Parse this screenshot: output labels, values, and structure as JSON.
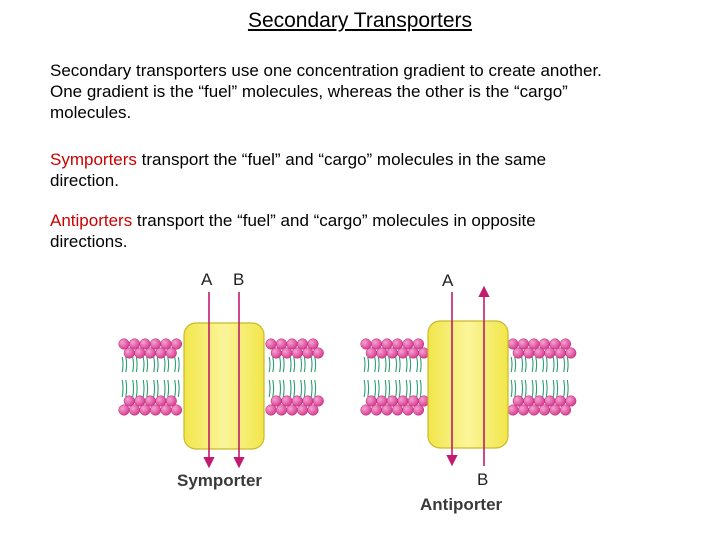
{
  "title": "Secondary Transporters",
  "paragraphs": {
    "intro": {
      "line1": "Secondary transporters use one concentration gradient to create another.",
      "line2": "One gradient is the “fuel” molecules, whereas the other is the “cargo”",
      "line3": "molecules."
    },
    "symporters": {
      "term": "Symporters",
      "rest_line1": " transport the “fuel” and “cargo” molecules in the same",
      "line2": "direction."
    },
    "antiporters": {
      "term": "Antiporters",
      "rest_line1": " transport the “fuel” and “cargo” molecules in opposite",
      "line2": "directions."
    }
  },
  "diagram": {
    "symporter": {
      "label_a": "A",
      "label_b": "B",
      "caption": "Symporter"
    },
    "antiporter": {
      "label_a": "A",
      "label_b": "B",
      "caption": "Antiporter"
    }
  },
  "colors": {
    "term_red": "#cc0000",
    "lipid_head": "#e0479e",
    "lipid_tail": "#2e9e72",
    "transporter_fill": "#f6ee5e",
    "arrow": "#c21a6e"
  }
}
